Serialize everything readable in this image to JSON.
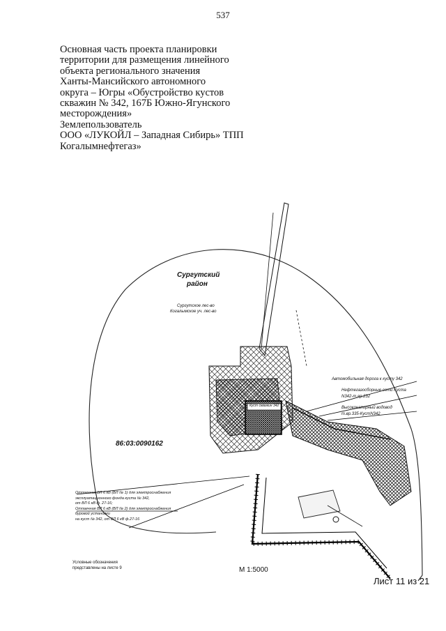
{
  "page_number": "537",
  "title_lines": [
    "Основная часть проекта планировки",
    "территории для размещения линейного",
    "объекта регионального значения",
    "Ханты-Мансийского автономного",
    "округа  –  Югры «Обустройство кустов",
    "скважин № 342, 167Б Южно-Ягунского",
    "месторождения»"
  ],
  "land_user": {
    "label": "Землепользователь",
    "org_line1": "ООО «ЛУКОЙЛ – Западная Сибирь» ТПП",
    "org_line2": "Когалымнефтегаз»"
  },
  "map": {
    "district_line1": "Сургутский",
    "district_line2": "район",
    "forestry_line1": "Сургутское лес-во",
    "forestry_line2": "Когалымское уч. лес-во",
    "cadastral_number": "86:03:0090162",
    "pad_label": "Куст скважин 342",
    "callouts": [
      "Автомобильная дорога к кусту 342",
      "Нефтегазосборные сети Куста",
      "N342-т.вр.232",
      "Высоконапорный водовод",
      "т.вр.335-КустN342"
    ],
    "left_callout_lines": [
      "Отпаечная ВЛ 6 кВ (ВЛ № 1) для электроснабжения",
      "эксплуатационного фонда куста № 342,",
      "от ВЛ 6 кВ ф. 27-16;",
      "Отпаечная ВЛ 6 кВ (ВЛ № 2) для электроснабжения",
      "буровой установки",
      "на куст № 342, от ВЛ 6 кВ ф.27-16"
    ],
    "legend_note_line1": "Условные обозначения",
    "legend_note_line2": "представлены на листе 9",
    "scale": "М 1:5000"
  },
  "sheet_label": "Лист 11 из 21"
}
